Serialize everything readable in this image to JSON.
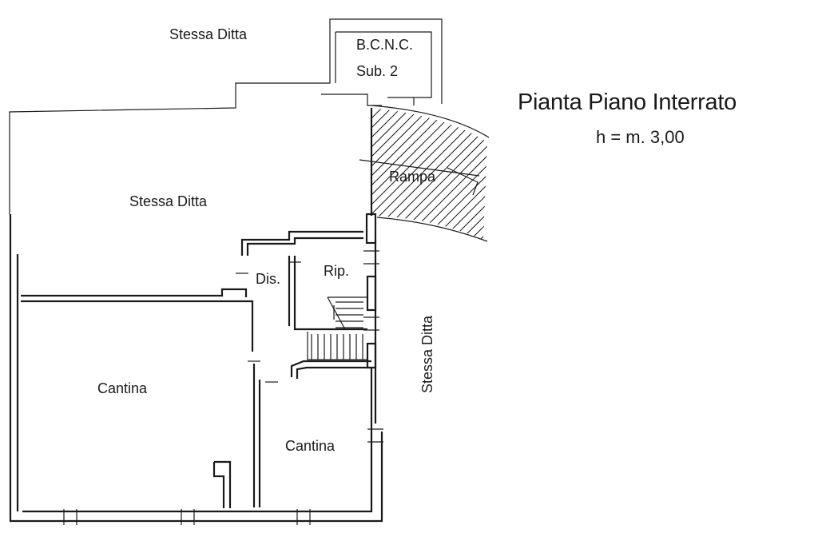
{
  "labels": {
    "stessa_ditta_top": "Stessa Ditta",
    "bcnc": "B.C.N.C.",
    "sub": "Sub. 2",
    "rampa": "Rampa",
    "stessa_ditta_main": "Stessa Ditta",
    "dis": "Dis.",
    "rip": "Rip.",
    "stessa_ditta_side": "Stessa Ditta",
    "cantina_left": "Cantina",
    "cantina_right": "Cantina"
  },
  "title": {
    "main": "Pianta Piano Interrato",
    "height": "h = m. 3,00"
  }
}
